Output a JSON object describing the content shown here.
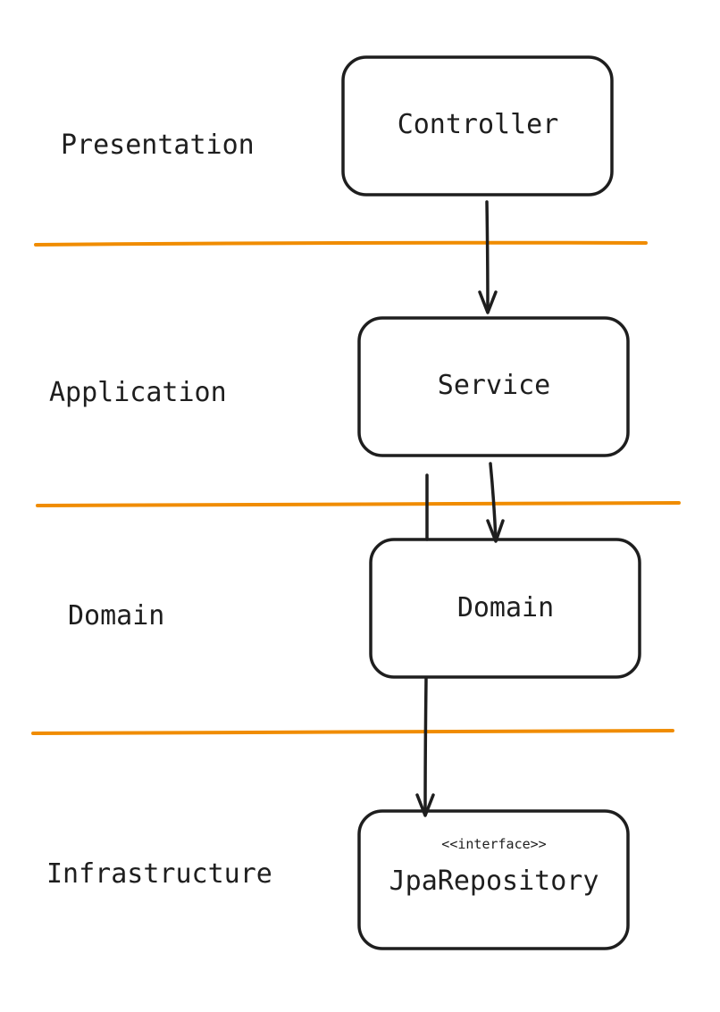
{
  "layers": {
    "presentation": "Presentation",
    "application": "Application",
    "domain": "Domain",
    "infrastructure": "Infrastructure"
  },
  "boxes": {
    "controller": {
      "title": "Controller"
    },
    "service": {
      "title": "Service"
    },
    "domain": {
      "title": "Domain"
    },
    "repository": {
      "stereotype": "<<interface>>",
      "title": "JpaRepository"
    }
  },
  "colors": {
    "divider": "#f08c00",
    "stroke": "#1e1e1e",
    "background": "#ffffff"
  }
}
